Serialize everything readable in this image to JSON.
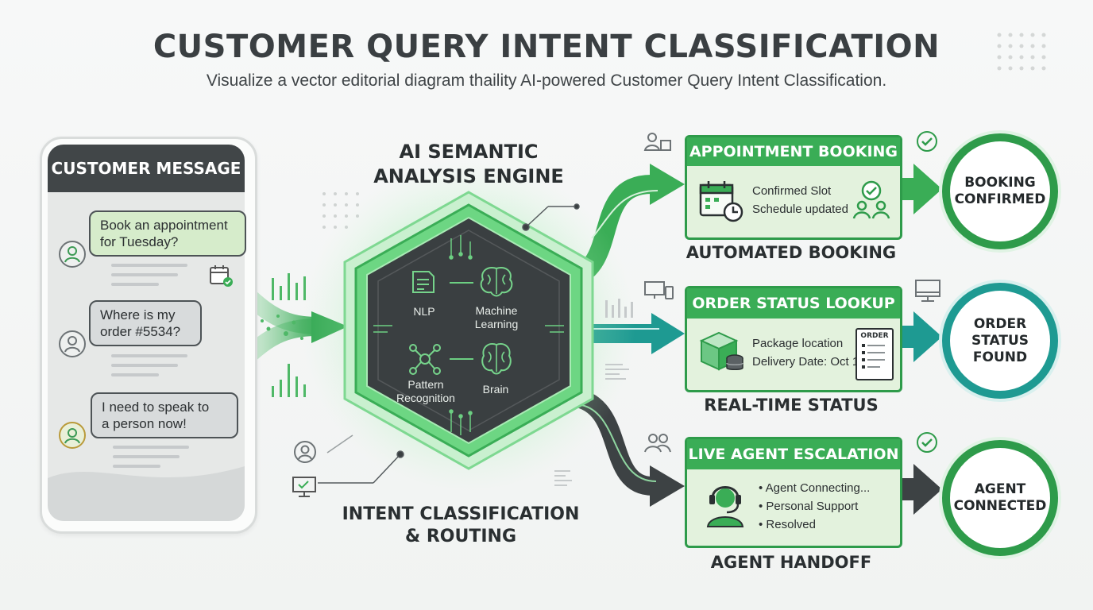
{
  "title": "CUSTOMER QUERY INTENT CLASSIFICATION",
  "subtitle": "Visualize a vector  editorial diagram thaility AI-powered Customer Query Intent Classification.",
  "phone": {
    "header": "CUSTOMER MESSAGE",
    "messages": [
      {
        "text_line1": "Book an appointment",
        "text_line2": "for Tuesday?"
      },
      {
        "text_line1": "Where is my",
        "text_line2": "order #5534?"
      },
      {
        "text_line1": "I need to speak to",
        "text_line2": "a person now!"
      }
    ]
  },
  "engine": {
    "title_line1": "AI SEMANTIC",
    "title_line2": "ANALYSIS ENGINE",
    "modules": {
      "nlp": "NLP",
      "ml_line1": "Machine",
      "ml_line2": "Learning",
      "pattern_line1": "Pattern",
      "pattern_line2": "Recognition",
      "brain": "Brain"
    },
    "routing_line1": "INTENT CLASSIFICATION",
    "routing_line2": "& ROUTING"
  },
  "routes": [
    {
      "header": "APPOINTMENT BOOKING",
      "line1": "Confirmed Slot",
      "line2": "Schedule updated",
      "caption": "AUTOMATED BOOKING",
      "result_line1": "BOOKING",
      "result_line2": "CONFIRMED",
      "color": "#2e9b4a"
    },
    {
      "header": "ORDER STATUS LOOKUP",
      "line1": "Package location",
      "line2": "Delivery Date: Oct 12",
      "order_label": "ORDER",
      "caption": "REAL-TIME STATUS",
      "result_line1": "ORDER",
      "result_line2": "STATUS",
      "result_line3": "FOUND",
      "color": "#1e9a92"
    },
    {
      "header": "LIVE AGENT ESCALATION",
      "line1": "Agent Connecting...",
      "line2": "Personal Support",
      "line3": "Resolved",
      "caption": "AGENT HANDOFF",
      "result_line1": "AGENT",
      "result_line2": "CONNECTED",
      "color": "#3d4244"
    }
  ],
  "colors": {
    "green": "#3aad56",
    "dark_green": "#2e9b4a",
    "teal": "#1e9a92",
    "charcoal": "#3d4244",
    "engine_bg": "#3a3f41"
  },
  "icons": [
    "person-icon",
    "calendar-icon",
    "brain-icon",
    "document-icon",
    "network-icon",
    "package-icon",
    "receipt-icon",
    "headset-agent-icon",
    "monitor-icon",
    "check-icon",
    "users-icon"
  ]
}
